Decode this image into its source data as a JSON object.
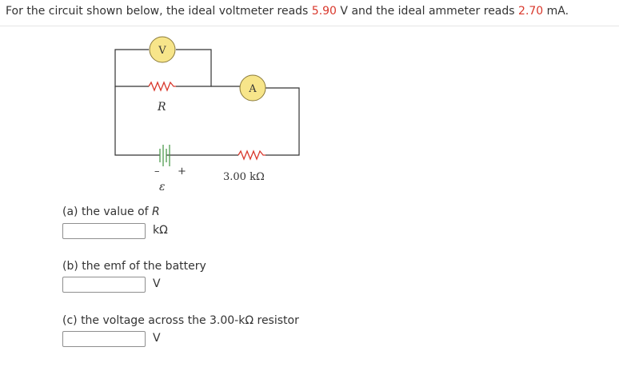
{
  "problem": {
    "prompt_before": "For the circuit shown below, the ideal voltmeter reads ",
    "voltmeter_reading": "5.90",
    "prompt_mid": " V and the ideal ammeter reads ",
    "ammeter_reading": "2.70",
    "prompt_after": " mA."
  },
  "circuit": {
    "voltmeter_label": "V",
    "ammeter_label": "A",
    "resistor_r_label": "R",
    "resistor_fixed_label": "3.00 kΩ",
    "battery_emf_label": "ε",
    "battery_minus": "–",
    "battery_plus": "+"
  },
  "parts": [
    {
      "label": "(a) the value of ",
      "label_var": "R",
      "value": "",
      "unit": "kΩ"
    },
    {
      "label": "(b) the emf of the battery",
      "value": "",
      "unit": "V"
    },
    {
      "label": "(c) the voltage across the 3.00-kΩ resistor",
      "value": "",
      "unit": "V"
    }
  ],
  "colors": {
    "highlight": "#d9382c",
    "meter_fill": "#f7e58a",
    "wire": "#333333",
    "resistor": "#d9382c"
  }
}
